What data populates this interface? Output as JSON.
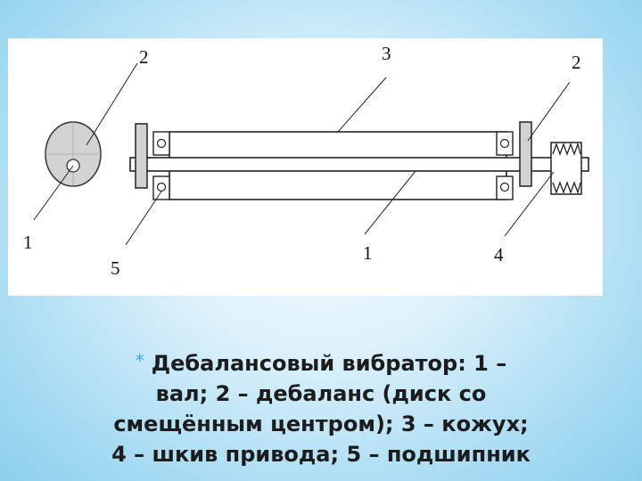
{
  "labels": {
    "disk_shaft": "1",
    "disk_unbalance": "2",
    "housing": "3",
    "right_unbalance": "2",
    "shaft": "1",
    "bearing": "5",
    "pulley": "4"
  },
  "caption": {
    "bullet": "*",
    "text": "Дебалансовый вибратор: 1 – вал; 2 – дебаланс (диск со смещённым центром); 3 – кожух; 4 – шкив привода; 5 – подшипник"
  },
  "colors": {
    "disk_fill": "#d2d2d2",
    "line": "#222222",
    "accent": "#3aa7d8"
  }
}
